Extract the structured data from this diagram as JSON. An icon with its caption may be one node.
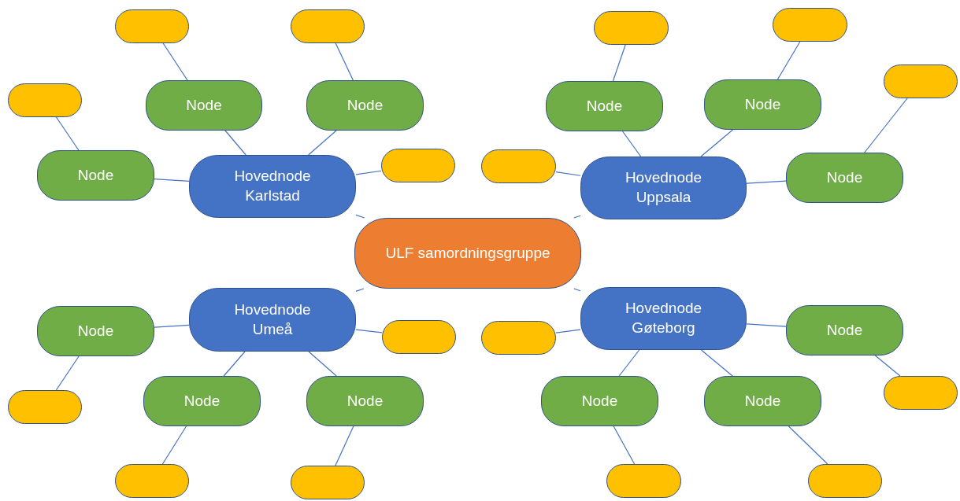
{
  "diagram": {
    "nodes": [
      {
        "text": [
          "ULF samordningsgruppe"
        ]
      },
      {
        "text": [
          "Hovednode Karlstad"
        ]
      },
      {
        "text": [
          "Hovednode Uppsala"
        ]
      },
      {
        "text": [
          "Hovednode Umeå"
        ]
      },
      {
        "text": [
          "Hovednode Gøteborg"
        ]
      },
      {
        "text": [
          "Node"
        ]
      },
      {
        "text": [
          "Node"
        ]
      },
      {
        "text": [
          "Node"
        ]
      },
      {
        "text": [
          "Node"
        ]
      },
      {
        "text": [
          "Node"
        ]
      },
      {
        "text": [
          "Node"
        ]
      },
      {
        "text": [
          "Node"
        ]
      },
      {
        "text": [
          "Node"
        ]
      },
      {
        "text": [
          "Node"
        ]
      },
      {
        "text": [
          "Node"
        ]
      },
      {
        "text": [
          "Node"
        ]
      },
      {
        "text": [
          "Node"
        ]
      },
      {
        "text": [],
        "shape": "box"
      },
      {
        "text": [],
        "shape": "box"
      },
      {
        "text": [],
        "shape": "box"
      },
      {
        "text": [],
        "shape": "box"
      },
      {
        "text": [],
        "shape": "box"
      },
      {
        "text": [],
        "shape": "box"
      },
      {
        "text": [],
        "shape": "box"
      },
      {
        "text": [],
        "shape": "box"
      },
      {
        "text": [],
        "shape": "box"
      },
      {
        "text": [],
        "shape": "box"
      },
      {
        "text": [],
        "shape": "box"
      },
      {
        "text": [],
        "shape": "box"
      },
      {
        "text": [],
        "shape": "box"
      },
      {
        "text": [],
        "shape": "box"
      },
      {
        "text": [],
        "shape": "box"
      },
      {
        "text": [],
        "shape": "box"
      }
    ],
    "edges": [
      {
        "from": 0,
        "to": 1,
        "arrow": "none"
      },
      {
        "from": 0,
        "to": 2,
        "arrow": "none"
      },
      {
        "from": 0,
        "to": 3,
        "arrow": "none"
      },
      {
        "from": 0,
        "to": 4,
        "arrow": "none"
      },
      {
        "from": 1,
        "to": 5,
        "arrow": "none"
      },
      {
        "from": 1,
        "to": 6,
        "arrow": "none"
      },
      {
        "from": 1,
        "to": 7,
        "arrow": "none"
      },
      {
        "from": 2,
        "to": 8,
        "arrow": "none"
      },
      {
        "from": 2,
        "to": 9,
        "arrow": "none"
      },
      {
        "from": 2,
        "to": 10,
        "arrow": "none"
      },
      {
        "from": 3,
        "to": 11,
        "arrow": "none"
      },
      {
        "from": 3,
        "to": 12,
        "arrow": "none"
      },
      {
        "from": 3,
        "to": 13,
        "arrow": "none"
      },
      {
        "from": 4,
        "to": 14,
        "arrow": "none"
      },
      {
        "from": 4,
        "to": 15,
        "arrow": "none"
      },
      {
        "from": 4,
        "to": 16,
        "arrow": "none"
      },
      {
        "from": 6,
        "to": 17,
        "arrow": "none"
      },
      {
        "from": 7,
        "to": 18,
        "arrow": "none"
      },
      {
        "from": 5,
        "to": 19,
        "arrow": "none"
      },
      {
        "from": 1,
        "to": 20,
        "arrow": "none"
      },
      {
        "from": 8,
        "to": 21,
        "arrow": "none"
      },
      {
        "from": 9,
        "to": 22,
        "arrow": "none"
      },
      {
        "from": 10,
        "to": 23,
        "arrow": "none"
      },
      {
        "from": 2,
        "to": 24,
        "arrow": "none"
      },
      {
        "from": 11,
        "to": 25,
        "arrow": "none"
      },
      {
        "from": 12,
        "to": 26,
        "arrow": "none"
      },
      {
        "from": 13,
        "to": 27,
        "arrow": "none"
      },
      {
        "from": 3,
        "to": 28,
        "arrow": "none"
      },
      {
        "from": 14,
        "to": 29,
        "arrow": "none"
      },
      {
        "from": 15,
        "to": 30,
        "arrow": "none"
      },
      {
        "from": 16,
        "to": 31,
        "arrow": "none"
      },
      {
        "from": 4,
        "to": 32,
        "arrow": "none"
      }
    ]
  }
}
